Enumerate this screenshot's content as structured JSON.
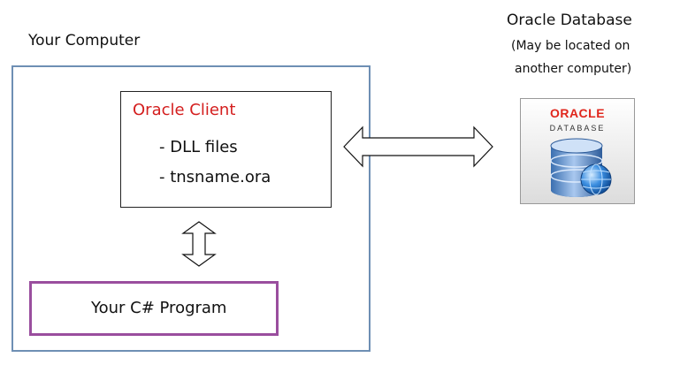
{
  "your_computer": {
    "title": "Your Computer"
  },
  "oracle_client": {
    "title": "Oracle Client",
    "items": [
      "- DLL files",
      "- tnsname.ora"
    ]
  },
  "program": {
    "label": "Your C# Program"
  },
  "oracle_database": {
    "title": "Oracle Database",
    "note_lines": [
      "(May be located on",
      "another computer)"
    ],
    "logo_text": "ORACLE",
    "logo_subtext": "DATABASE"
  },
  "colors": {
    "computer_border": "#6e8fb4",
    "program_border": "#9a4e9e",
    "client_title": "#d41e1e",
    "oracle_red": "#e0261c"
  }
}
